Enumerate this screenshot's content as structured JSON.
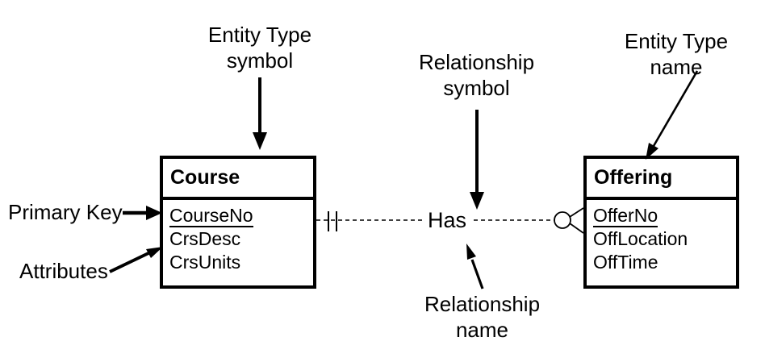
{
  "colors": {
    "ink": "#000000",
    "paper": "#ffffff"
  },
  "entities": [
    {
      "name": "Course",
      "attributes": [
        "CourseNo",
        "CrsDesc",
        "CrsUnits"
      ],
      "primary_key": "CourseNo"
    },
    {
      "name": "Offering",
      "attributes": [
        "OfferNo",
        "OffLocation",
        "OffTime"
      ],
      "primary_key": "OfferNo"
    }
  ],
  "relationship": {
    "name": "Has",
    "line_style": "dashed",
    "course_side_symbol": "one-and-only-one-double-tick",
    "offering_side_symbol": "zero-or-many-circle-crowfoot"
  },
  "annotations": {
    "entity_type_symbol": {
      "line1": "Entity Type",
      "line2": "symbol"
    },
    "relationship_symbol": {
      "line1": "Relationship",
      "line2": "symbol"
    },
    "entity_type_name": {
      "line1": "Entity Type",
      "line2": "name"
    },
    "primary_key": {
      "label": "Primary Key"
    },
    "attributes": {
      "label": "Attributes"
    },
    "relationship_name": {
      "line1": "Relationship",
      "line2": "name"
    }
  }
}
